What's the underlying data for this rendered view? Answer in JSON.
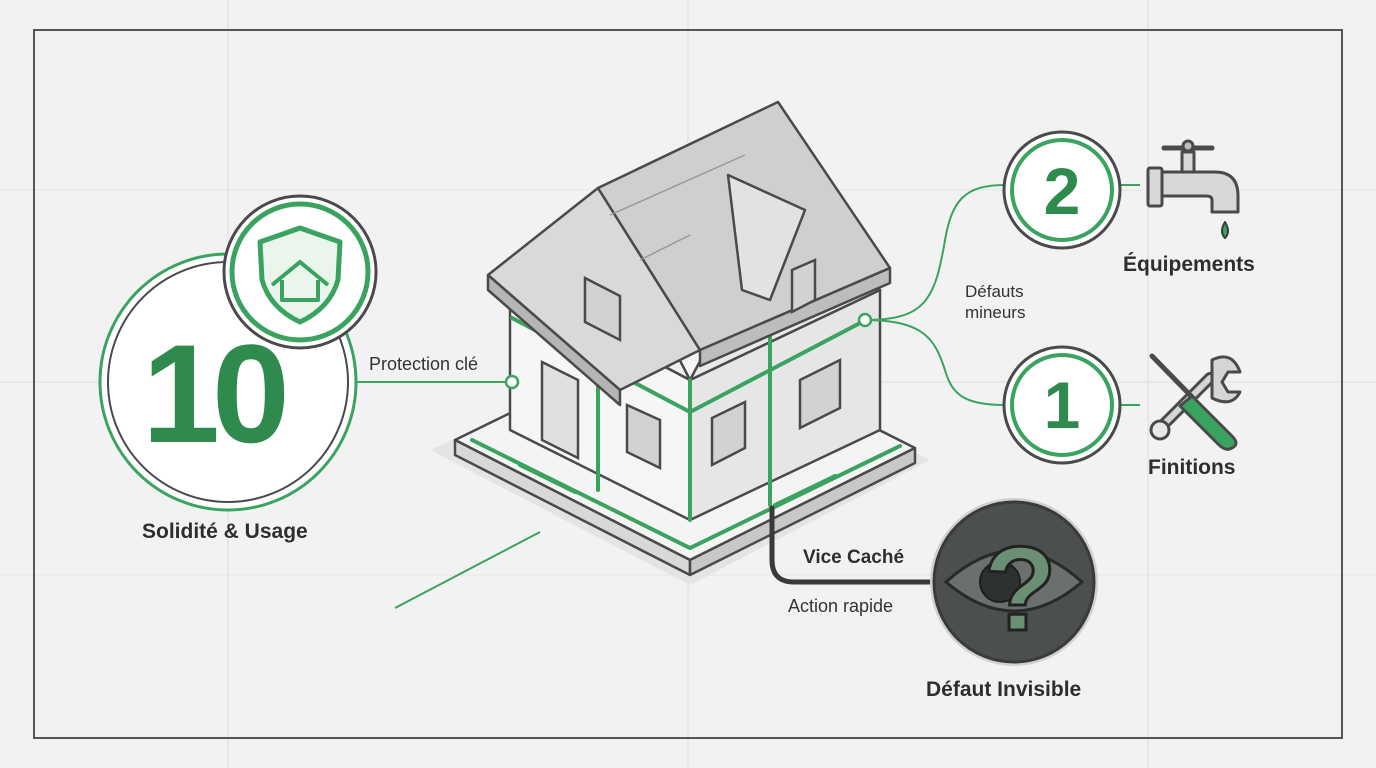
{
  "warranties": {
    "decennale": {
      "number": "10",
      "caption": "Solidité & Usage",
      "link_label": "Protection clé"
    },
    "biennale": {
      "number": "2",
      "caption": "Équipements"
    },
    "parfait_achevement": {
      "number": "1",
      "caption": "Finitions"
    },
    "minor_defects_label": "Défauts\nmineurs"
  },
  "hidden_defect": {
    "title": "Vice Caché",
    "subtitle": "Action rapide",
    "caption": "Défaut Invisible",
    "symbol": "?"
  },
  "icons": [
    "shield-house-icon",
    "faucet-icon",
    "wrench-screwdriver-icon",
    "eye-question-icon"
  ],
  "colors": {
    "accent_green": "#3aa35f",
    "dark_green": "#2f8a4e",
    "outline": "#4a4a4a",
    "dark_circle": "#4b4f4e",
    "background": "#f2f2f2"
  }
}
